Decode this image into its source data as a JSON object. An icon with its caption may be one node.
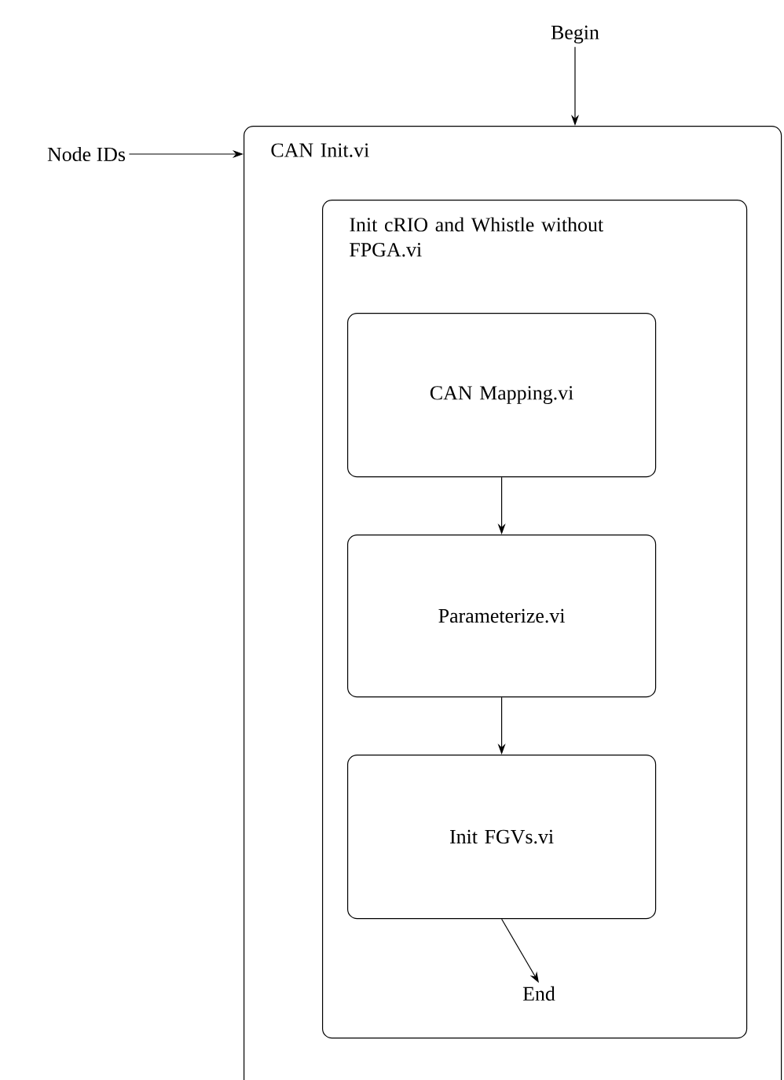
{
  "diagram": {
    "nodes": [
      {
        "text": [
          "Begin"
        ]
      },
      {
        "text": [
          "Node IDs"
        ]
      },
      {
        "text": [
          "CAN Init.vi"
        ]
      },
      {
        "text": [
          "Init cRIO and Whistle without FPGA.vi"
        ],
        "in": 2
      },
      {
        "text": [
          "CAN Mapping.vi"
        ],
        "in": 3
      },
      {
        "text": [
          "Parameterize.vi"
        ],
        "in": 3
      },
      {
        "text": [
          "Init FGVs.vi"
        ],
        "in": 3
      },
      {
        "text": [
          "End"
        ],
        "in": 3
      }
    ],
    "edges": [
      {
        "from": 0,
        "to": 2,
        "arrow": "to"
      },
      {
        "from": 1,
        "to": 2,
        "arrow": "to"
      },
      {
        "from": 4,
        "to": 5,
        "arrow": "to"
      },
      {
        "from": 5,
        "to": 6,
        "arrow": "to"
      },
      {
        "from": 6,
        "to": 7,
        "arrow": "to"
      }
    ]
  }
}
